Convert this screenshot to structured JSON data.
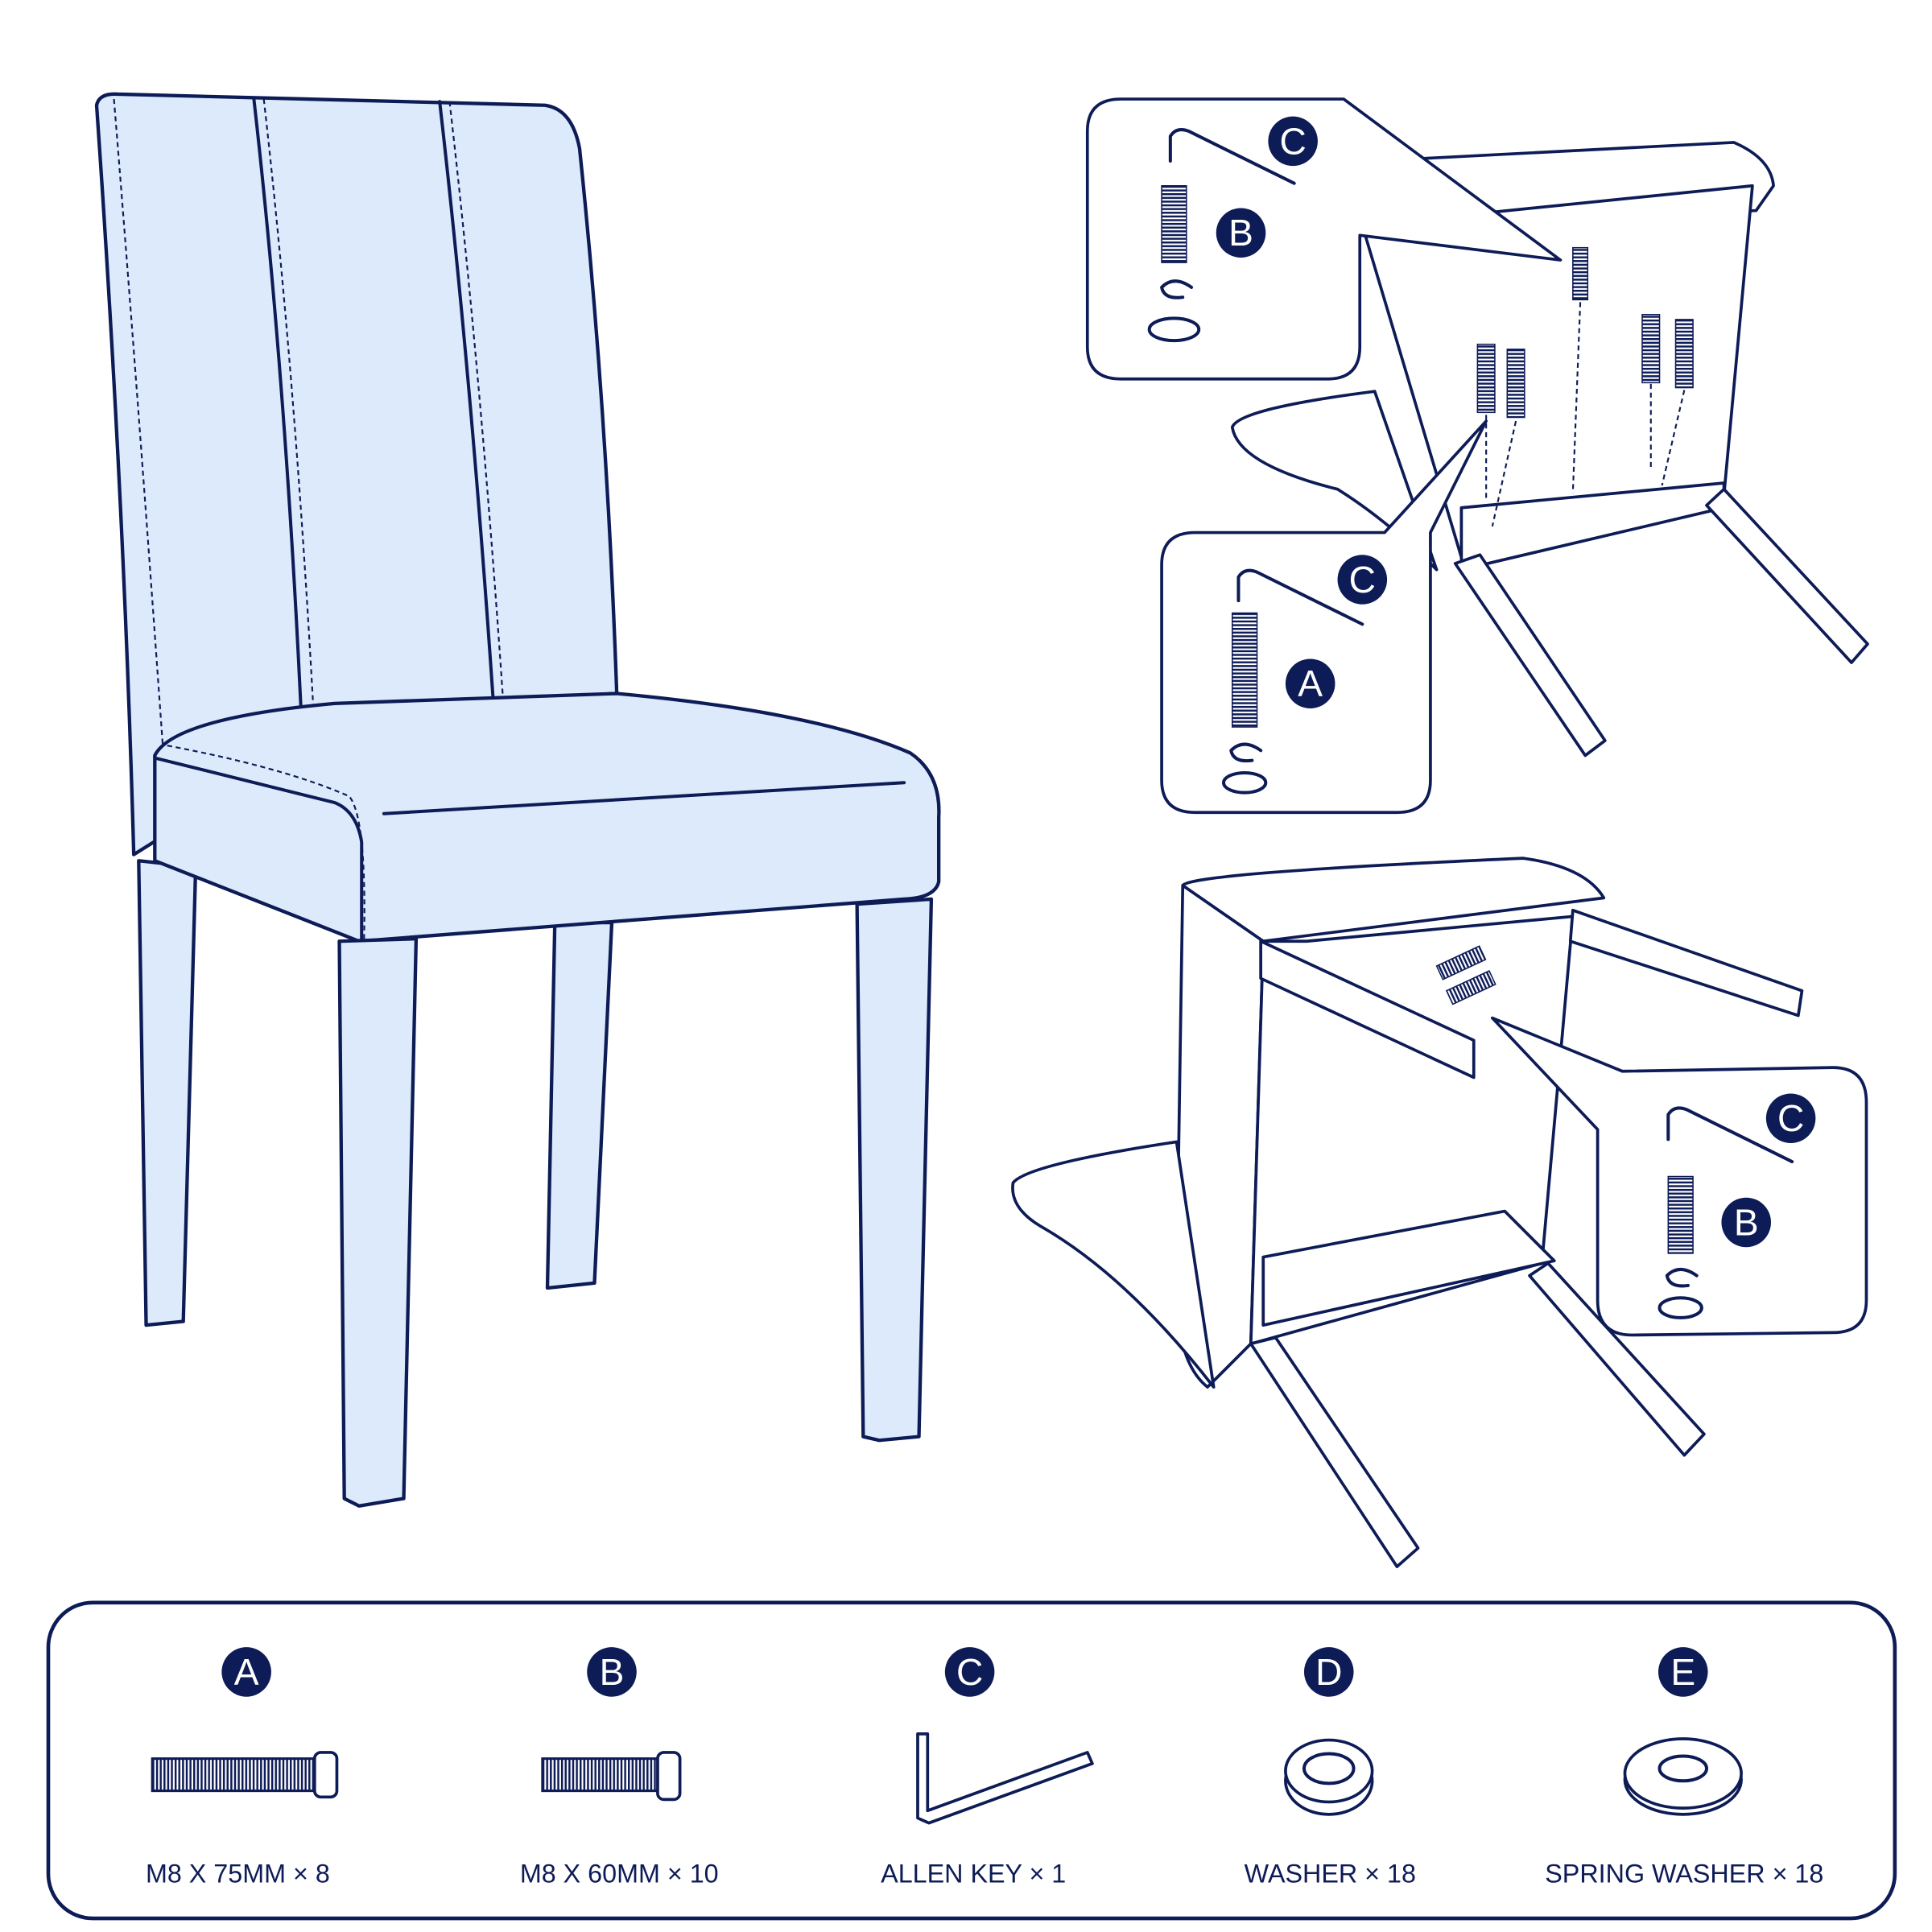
{
  "title": "Chair assembly instructions",
  "colors": {
    "ink": "#0d1b56",
    "upholstery": "#dceafb"
  },
  "callouts": {
    "step1_upper": [
      "C",
      "B"
    ],
    "step1_lower": [
      "C",
      "A"
    ],
    "step2": [
      "C",
      "B"
    ]
  },
  "parts": [
    {
      "letter": "A",
      "label": "M8 X 75MM × 8",
      "icon": "bolt-long-icon"
    },
    {
      "letter": "B",
      "label": "M8 X 60MM × 10",
      "icon": "bolt-short-icon"
    },
    {
      "letter": "C",
      "label": "ALLEN KEY × 1",
      "icon": "allen-key-icon"
    },
    {
      "letter": "D",
      "label": "WASHER × 18",
      "icon": "spring-washer-icon"
    },
    {
      "letter": "E",
      "label": "SPRING WASHER × 18",
      "icon": "flat-washer-icon"
    }
  ]
}
